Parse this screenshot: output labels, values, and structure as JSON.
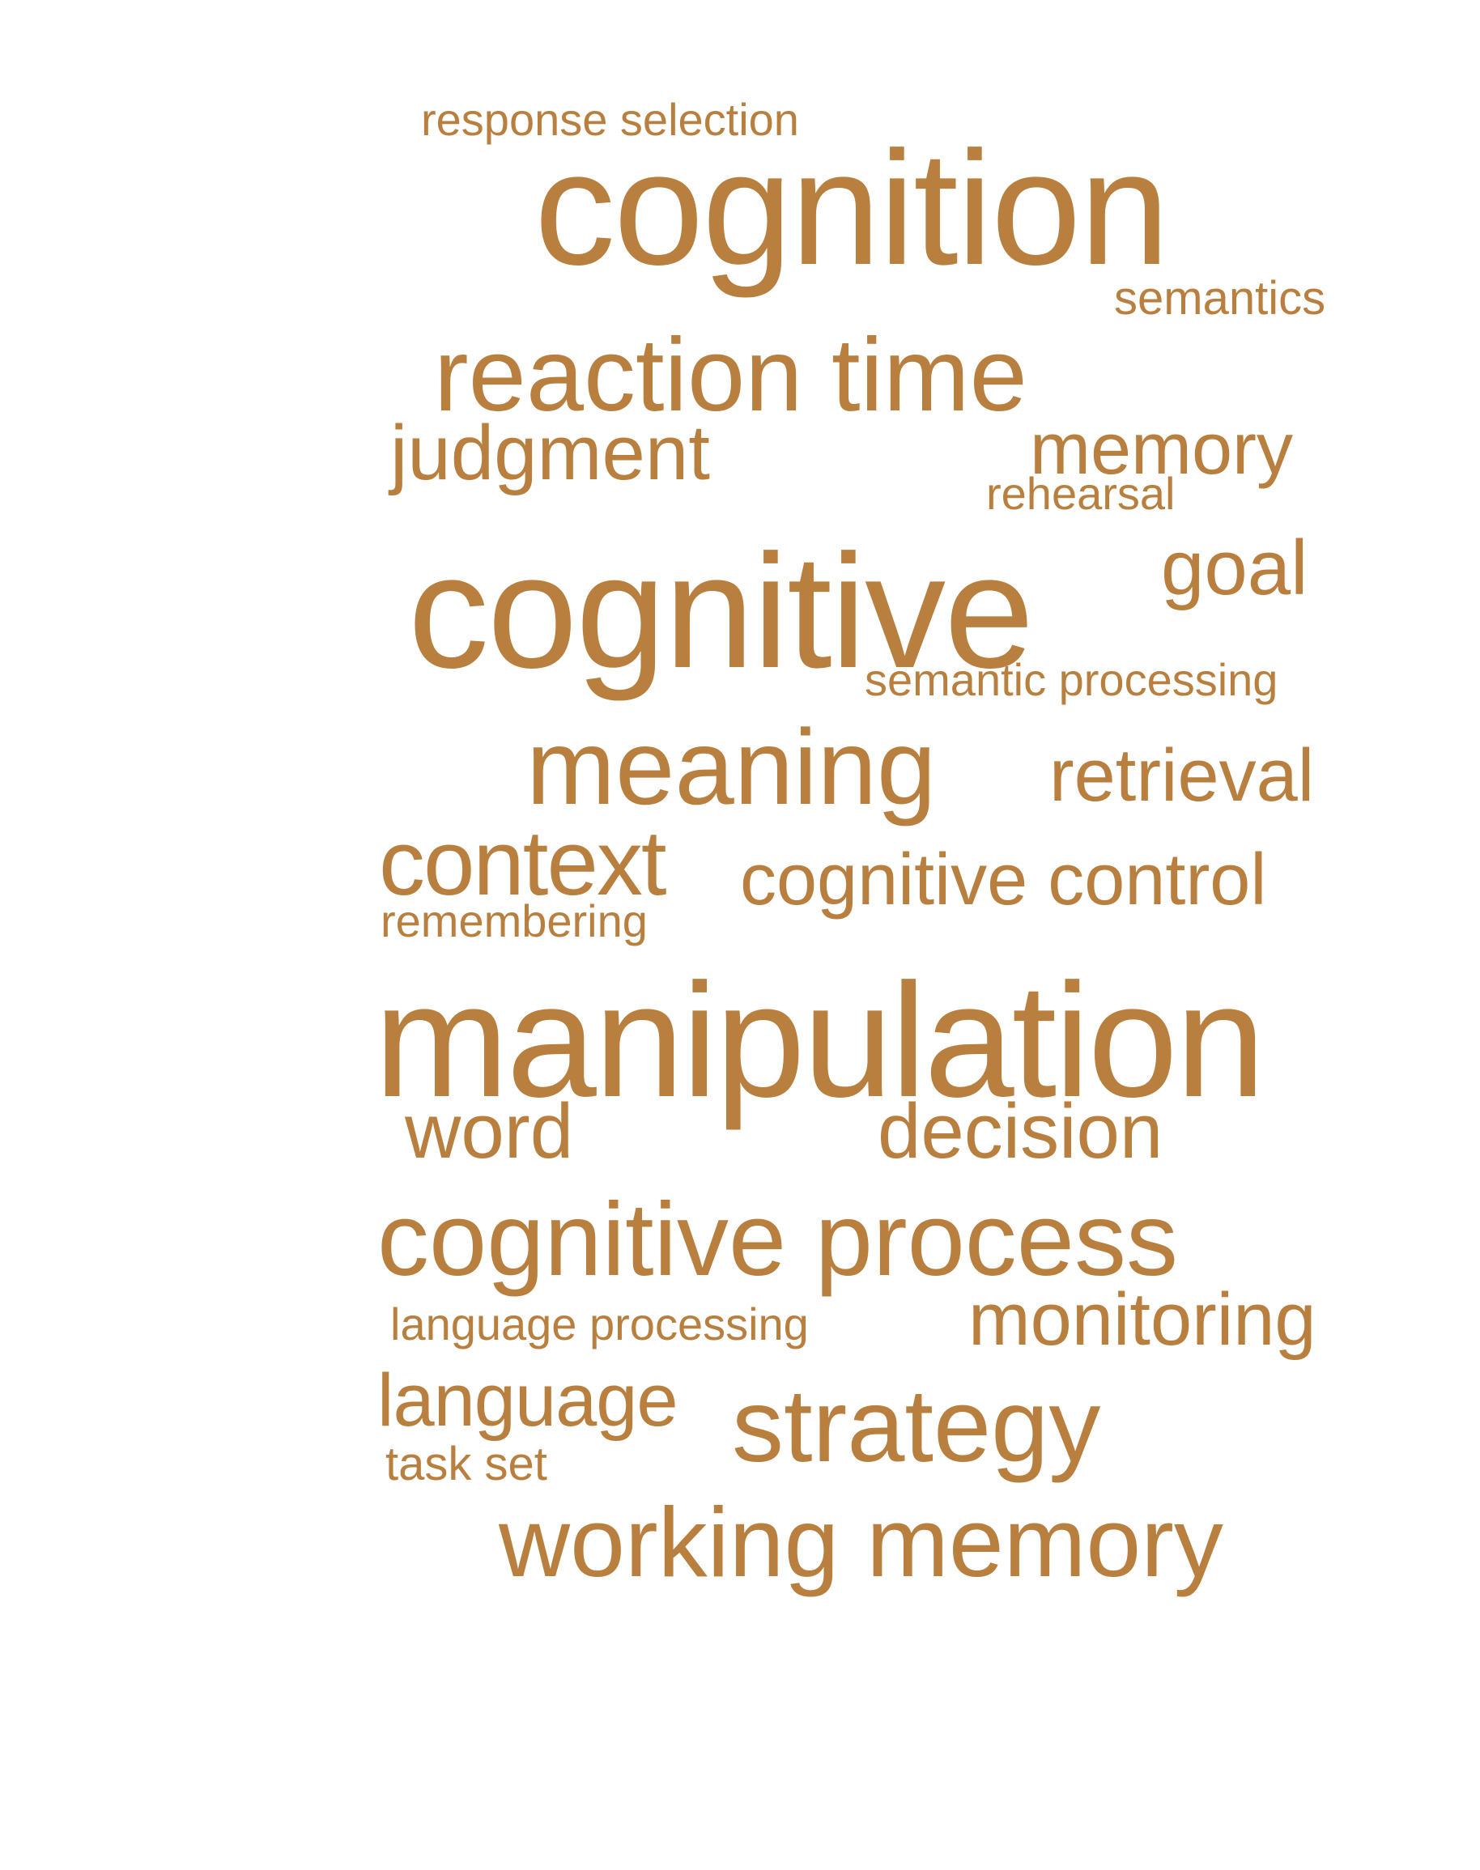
{
  "style": {
    "word_color": "#b87f3e",
    "background": "#ffffff"
  },
  "words": [
    {
      "text": "response selection",
      "weight": 1
    },
    {
      "text": "cognition",
      "weight": 5
    },
    {
      "text": "semantics",
      "weight": 1
    },
    {
      "text": "reaction time",
      "weight": 3
    },
    {
      "text": "judgment",
      "weight": 2
    },
    {
      "text": "memory",
      "weight": 2
    },
    {
      "text": "rehearsal",
      "weight": 1
    },
    {
      "text": "cognitive",
      "weight": 5
    },
    {
      "text": "goal",
      "weight": 2
    },
    {
      "text": "semantic processing",
      "weight": 1
    },
    {
      "text": "meaning",
      "weight": 3
    },
    {
      "text": "retrieval",
      "weight": 2
    },
    {
      "text": "context",
      "weight": 3
    },
    {
      "text": "cognitive control",
      "weight": 2
    },
    {
      "text": "remembering",
      "weight": 1
    },
    {
      "text": "manipulation",
      "weight": 5
    },
    {
      "text": "word",
      "weight": 2
    },
    {
      "text": "decision",
      "weight": 2
    },
    {
      "text": "cognitive process",
      "weight": 3
    },
    {
      "text": "language processing",
      "weight": 1
    },
    {
      "text": "monitoring",
      "weight": 2
    },
    {
      "text": "language",
      "weight": 2
    },
    {
      "text": "strategy",
      "weight": 3
    },
    {
      "text": "task set",
      "weight": 1
    },
    {
      "text": "working memory",
      "weight": 3
    }
  ]
}
